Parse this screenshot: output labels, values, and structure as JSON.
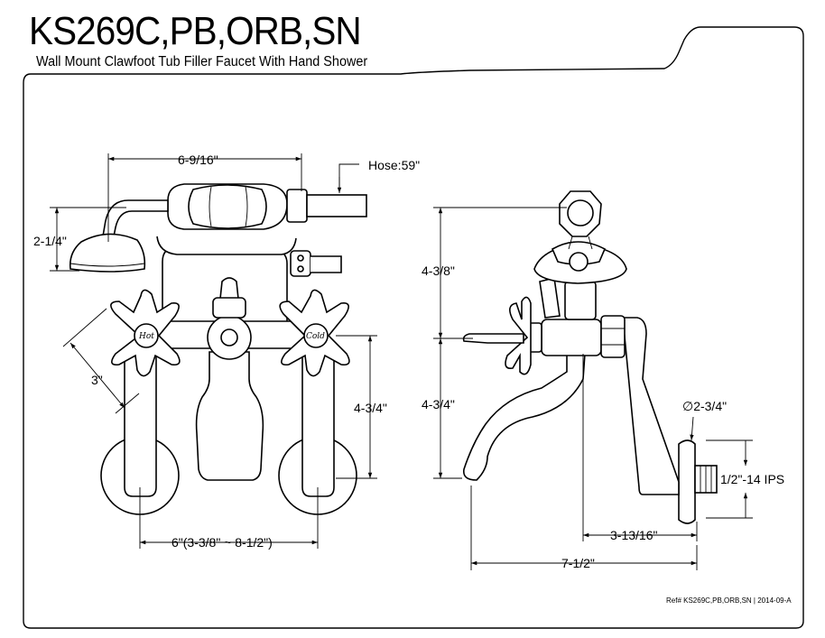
{
  "header": {
    "model": "KS269C,PB,ORB,SN",
    "description": "Wall Mount Clawfoot Tub Filler Faucet With Hand Shower"
  },
  "front_view": {
    "handshower_width": "6-9/16\"",
    "hose": "Hose:59\"",
    "handshower_height": "2-1/4\"",
    "handle_offset": "3\"",
    "spout_drop": "4-3/4\"",
    "centers": "6\"(3-3/8\" ~ 8-1/2\")",
    "hot_label": "Hot",
    "cold_label": "Cold"
  },
  "side_view": {
    "upper_height": "4-3/8\"",
    "lower_height": "4-3/4\"",
    "flange_diameter": "∅2-3/4\"",
    "thread": "1/2\"-14 IPS",
    "projection_to_outlet": "3-13/16\"",
    "total_projection": "7-1/2\""
  },
  "footer": {
    "reference": "Ref# KS269C,PB,ORB,SN | 2014-09-A"
  }
}
